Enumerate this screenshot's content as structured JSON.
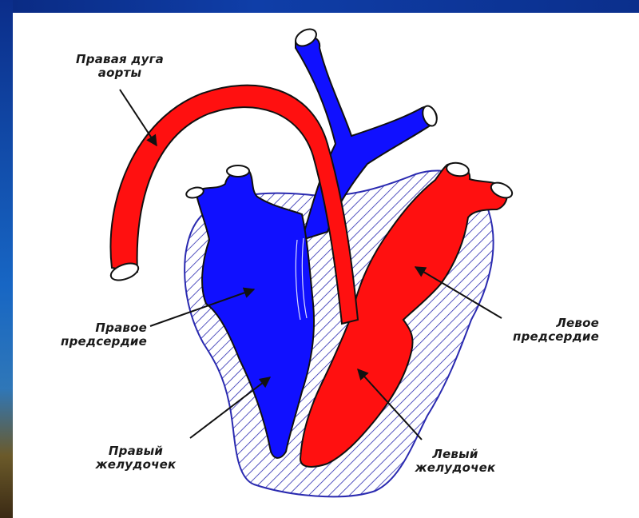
{
  "colors": {
    "arterial": "#ff1010",
    "venous": "#1010ff",
    "hatch": "#2a2ab0",
    "outline": "#111111",
    "slide_border": "#0b2f8c"
  },
  "labels": {
    "aortic_arch": {
      "line1": "Правая дуга",
      "line2": "аорты"
    },
    "right_atrium": {
      "line1": "Правое",
      "line2": "предсердие"
    },
    "left_atrium": {
      "line1": "Левое",
      "line2": "предсердие"
    },
    "right_ventricle": {
      "line1": "Правый",
      "line2": "желудочек"
    },
    "left_ventricle": {
      "line1": "Левый",
      "line2": "желудочек"
    }
  }
}
